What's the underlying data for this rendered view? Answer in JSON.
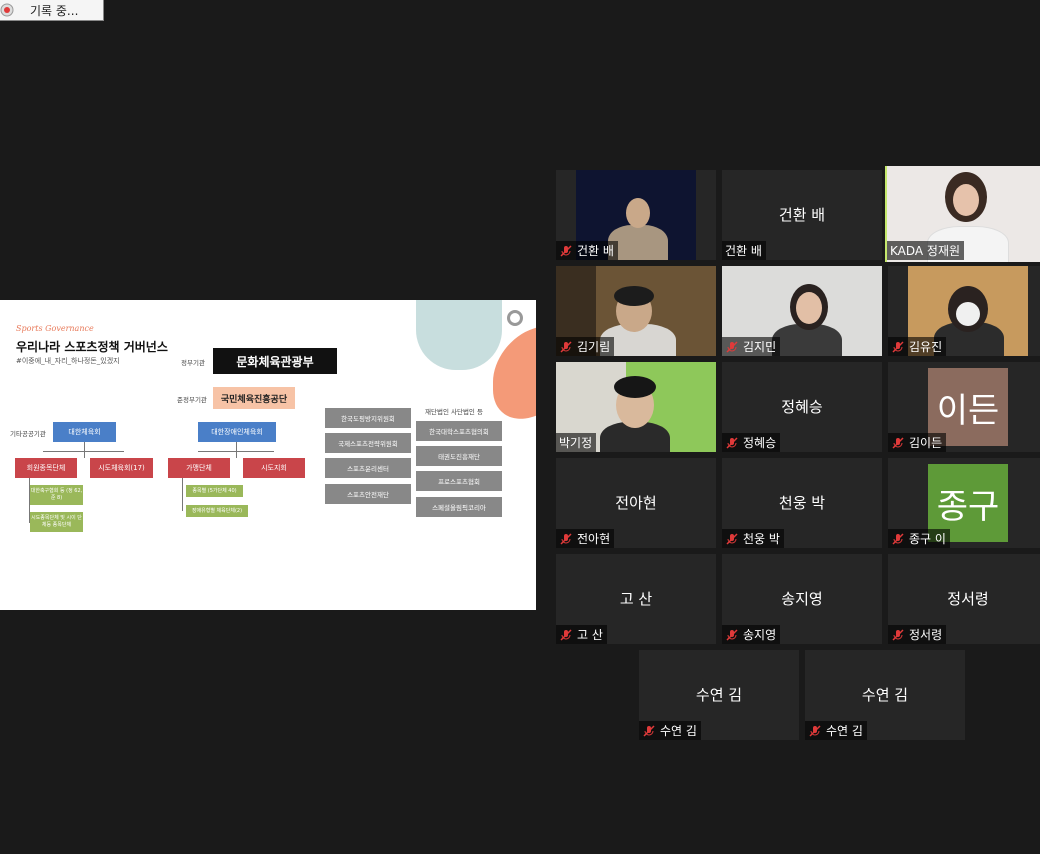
{
  "recording": {
    "label": "기록 중..."
  },
  "slide": {
    "tagline": "Sports Governance",
    "title": "우리나라 스포츠정책 거버넌스",
    "subtitle": "#이중에_내_자리_하나정돈_있겠지",
    "labels": {
      "gov": "정부기관",
      "quasi": "준정부기관",
      "other_public": "기타공공기관",
      "foundation": "재단법인 사단법인 등"
    },
    "ministry": "문화체육관광부",
    "kspo": "국민체육진흥공단",
    "kso": "대한체육회",
    "kpc": "대한장애인체육회",
    "kso_children": [
      "회원종목단체",
      "시도체육회(17)"
    ],
    "kpc_children": [
      "가맹단체",
      "시도지회"
    ],
    "kso_notes": [
      "대한축구협회 등\n(정 62, 준 8)",
      "시도종목단체 및 시이\n단체등 종목단체"
    ],
    "kpc_notes": [
      "종목별 (5가단체 40)",
      "장애유형별 체육단체(2)"
    ],
    "gray_col1": [
      "한국도핑방지위원회",
      "국제스포츠전략위원회",
      "스포츠윤리센터",
      "스포츠안전재단"
    ],
    "gray_col2": [
      "한국대학스포츠협의회",
      "태권도진흥재단",
      "프로스포츠협회",
      "스페셜올림픽코리아"
    ]
  },
  "colors": {
    "background": "#1a1a1a",
    "tile": "#262626",
    "active_border": "#c5e86c",
    "muted_mic": "#e03a3a"
  },
  "participants": [
    {
      "display": "건환 배",
      "tag": "건환 배",
      "muted": true,
      "mode": "video"
    },
    {
      "display": "건환 배",
      "tag": "건환 배",
      "muted": false,
      "mode": "name"
    },
    {
      "display": "KADA 정재원",
      "tag": "KADA 정재원",
      "muted": false,
      "mode": "video",
      "active": true
    },
    {
      "display": "김기림",
      "tag": "김기림",
      "muted": true,
      "mode": "video"
    },
    {
      "display": "김지민",
      "tag": "김지민",
      "muted": true,
      "mode": "video"
    },
    {
      "display": "김유진",
      "tag": "김유진",
      "muted": true,
      "mode": "video"
    },
    {
      "display": "박기정",
      "tag": "박기정",
      "muted": false,
      "mode": "video"
    },
    {
      "display": "정혜승",
      "tag": "정혜승",
      "muted": true,
      "mode": "name"
    },
    {
      "display": "이든",
      "tag": "김이든",
      "muted": true,
      "mode": "avatar",
      "avatar_color": "#8b6b5e"
    },
    {
      "display": "전아현",
      "tag": "전아현",
      "muted": true,
      "mode": "name"
    },
    {
      "display": "천웅 박",
      "tag": "천웅 박",
      "muted": true,
      "mode": "name"
    },
    {
      "display": "종구",
      "tag": "종구 이",
      "muted": true,
      "mode": "avatar",
      "avatar_color": "#5e9a38"
    },
    {
      "display": "고 산",
      "tag": "고 산",
      "muted": true,
      "mode": "name"
    },
    {
      "display": "송지영",
      "tag": "송지영",
      "muted": true,
      "mode": "name"
    },
    {
      "display": "정서령",
      "tag": "정서령",
      "muted": true,
      "mode": "name"
    },
    {
      "display": "수연 김",
      "tag": "수연 김",
      "muted": true,
      "mode": "name"
    },
    {
      "display": "수연 김",
      "tag": "수연 김",
      "muted": true,
      "mode": "name"
    }
  ]
}
